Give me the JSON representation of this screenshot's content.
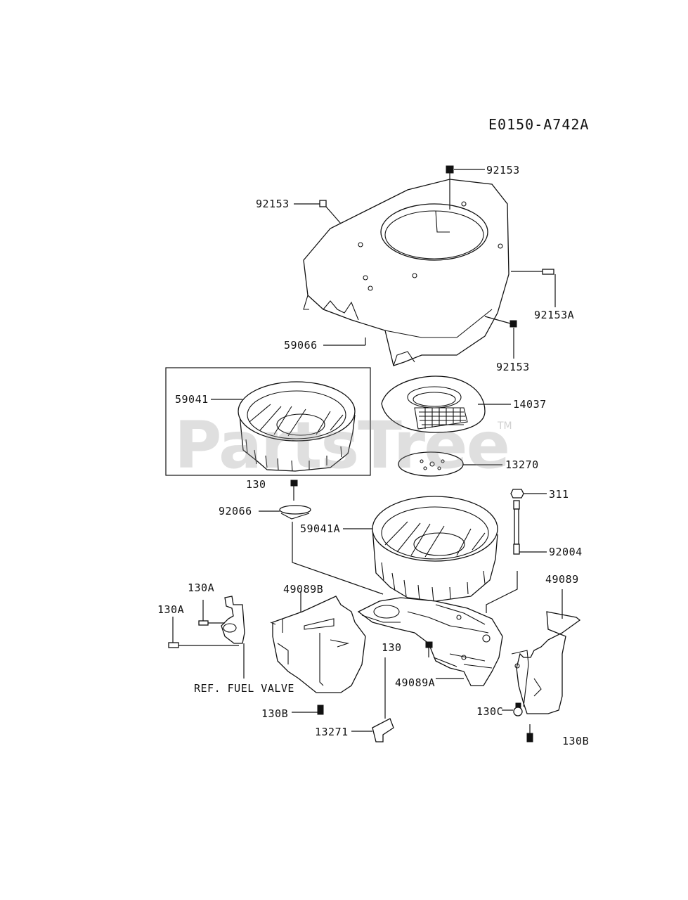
{
  "diagram_code": "E0150-A742A",
  "watermark": {
    "text": "PartsTree",
    "tm": "TM"
  },
  "labels": {
    "l_92153_top": "92153",
    "l_92153_left": "92153",
    "l_92153A": "92153A",
    "l_92153_right": "92153",
    "l_59066": "59066",
    "l_59041": "59041",
    "l_14037": "14037",
    "l_13270": "13270",
    "l_130_box": "130",
    "l_92066": "92066",
    "l_59041A": "59041A",
    "l_311": "311",
    "l_92004": "92004",
    "l_49089B": "49089B",
    "l_49089": "49089",
    "l_130A_a": "130A",
    "l_130A_b": "130A",
    "l_130_mid": "130",
    "l_ref_fuel": "REF. FUEL  VALVE",
    "l_49089A": "49089A",
    "l_130B_left": "130B",
    "l_130C": "130C",
    "l_13271": "13271",
    "l_130B_right": "130B"
  }
}
